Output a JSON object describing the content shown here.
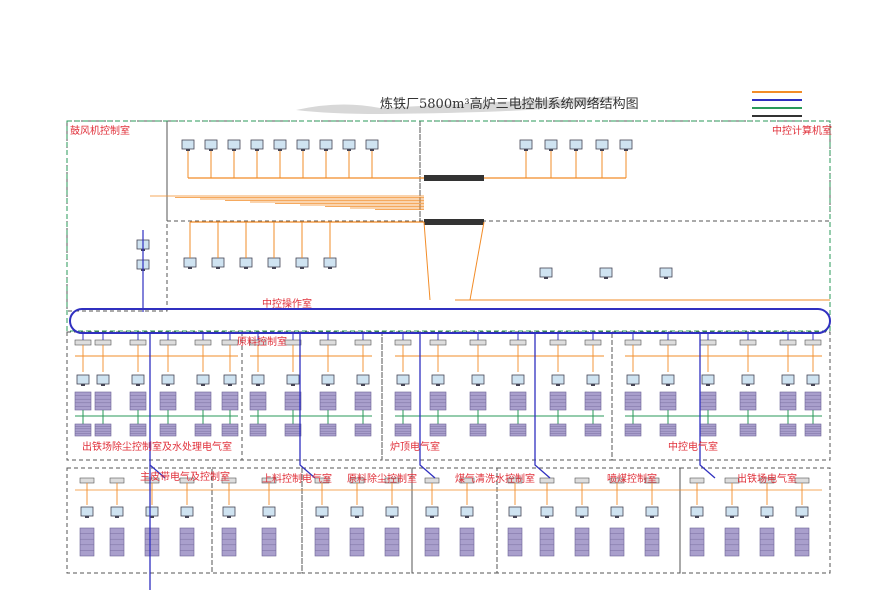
{
  "title": "炼铁厂5800m³高炉三电控制系统网络结构图",
  "rooms": [
    {
      "id": "blower",
      "label": "鼓风机控制室"
    },
    {
      "id": "central-computer",
      "label": "中控计算机室"
    },
    {
      "id": "central-operation",
      "label": "中控操作室"
    },
    {
      "id": "raw-material",
      "label": "原料控制室"
    },
    {
      "id": "dust-water",
      "label": "出铁场除尘控制室及水处理电气室"
    },
    {
      "id": "top-gas",
      "label": "炉顶电气室"
    },
    {
      "id": "central-electric",
      "label": "中控电气室"
    },
    {
      "id": "main-belt",
      "label": "主皮带电气及控制室"
    },
    {
      "id": "top-feed",
      "label": "上料控制电气室"
    },
    {
      "id": "raw-dust",
      "label": "原料除尘控制室"
    },
    {
      "id": "gas-clean",
      "label": "煤气清洗水控制室"
    },
    {
      "id": "coal-inject",
      "label": "喷煤控制室"
    },
    {
      "id": "taphole-electric",
      "label": "出铁场电气室"
    }
  ],
  "colors": {
    "ethernet": "#f28c28",
    "ring": "#3030c0",
    "fiber": "#2a9a5a",
    "room_border": "#555555",
    "room_label": "#e0303a",
    "rack": "#8a7fb0"
  }
}
